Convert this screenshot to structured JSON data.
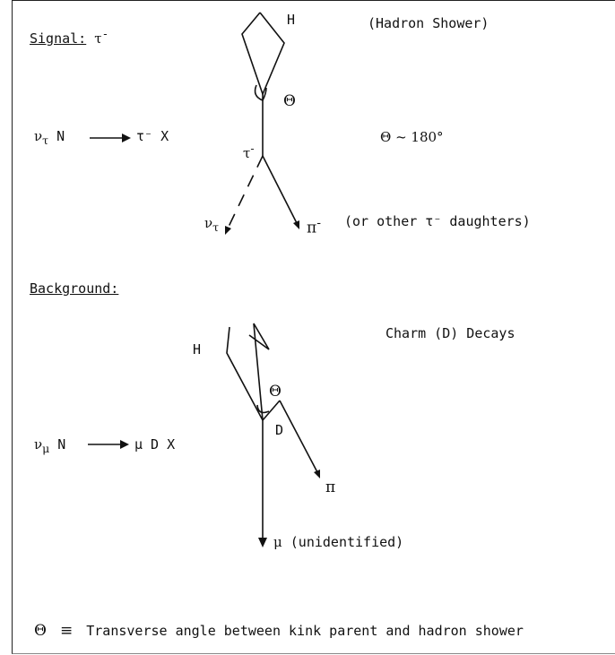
{
  "signal": {
    "heading": "Signal:",
    "heading_particle": "τ",
    "heading_sup": "-",
    "reaction": {
      "nu": "ν",
      "nu_sub": "τ",
      "rest": "N",
      "products": "τ⁻ X"
    },
    "hadron_label": "H",
    "hadron_shower": "(Hadron Shower)",
    "theta": "Θ",
    "theta_approx": "Θ ~ 180°",
    "tau_label": "τ",
    "tau_sup": "-",
    "nu_label": "ν",
    "nu_sub": "τ",
    "pi_label": "π",
    "pi_sup": "-",
    "daughters_note": "(or other τ⁻ daughters)"
  },
  "background": {
    "heading": "Background:",
    "hadron_label": "H",
    "charm_title": "Charm (D) Decays",
    "theta": "Θ",
    "d_label": "D",
    "reaction": {
      "nu": "ν",
      "nu_sub": "μ",
      "rest": "N",
      "products": "μ  D X"
    },
    "pi_label": "π",
    "mu_label": "μ",
    "unidentified": "(unidentified)"
  },
  "definition": {
    "symbol": "Θ",
    "equiv": "≡",
    "text": "Transverse angle between kink parent and hadron shower"
  }
}
